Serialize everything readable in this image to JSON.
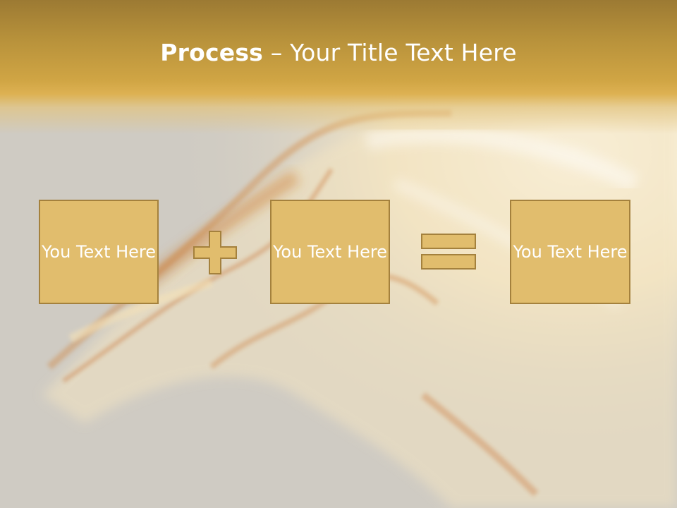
{
  "slide": {
    "title_strong": "Process",
    "title_rest": " – Your Title Text Here",
    "boxes": [
      {
        "text": "You Text Here"
      },
      {
        "text": "You Text Here"
      },
      {
        "text": "You Text Here"
      }
    ],
    "operators": [
      "plus-icon",
      "equals-icon"
    ],
    "colors": {
      "header": "#c9a043",
      "box_fill": "#e1bd6d",
      "box_border": "#a4813d",
      "background": "#cfcbc3",
      "text": "#ffffff"
    }
  }
}
